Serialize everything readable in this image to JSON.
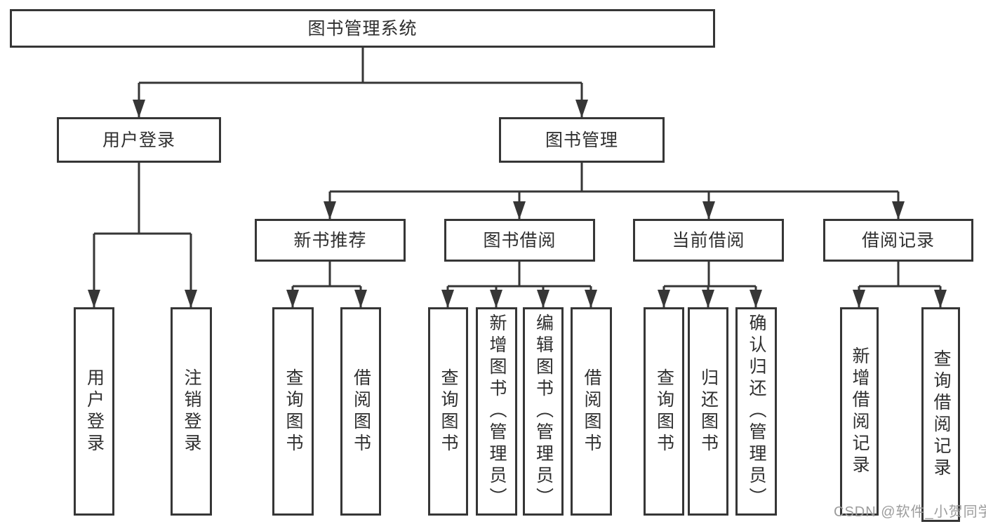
{
  "page": {
    "background": "#ffffff",
    "line_color": "#363636",
    "text_color": "#2f2f2f",
    "watermark": {
      "text": "CSDN @软件_小贺同学",
      "color": "#9c9c9c"
    }
  },
  "tree": {
    "label": "图书管理系统",
    "children": [
      {
        "label": "用户登录",
        "children": [
          {
            "label": "用户登录"
          },
          {
            "label": "注销登录"
          }
        ]
      },
      {
        "label": "图书管理",
        "children": [
          {
            "label": "新书推荐",
            "children": [
              {
                "label": "查询图书"
              },
              {
                "label": "借阅图书"
              }
            ]
          },
          {
            "label": "图书借阅",
            "children": [
              {
                "label": "查询图书"
              },
              {
                "label": "新增图书（管理员）"
              },
              {
                "label": "编辑图书（管理员）"
              },
              {
                "label": "借阅图书"
              }
            ]
          },
          {
            "label": "当前借阅",
            "children": [
              {
                "label": "查询图书"
              },
              {
                "label": "归还图书"
              },
              {
                "label": "确认归还（管理员）"
              }
            ]
          },
          {
            "label": "借阅记录",
            "children": [
              {
                "label": "新增借阅记录"
              },
              {
                "label": "查询借阅记录"
              }
            ]
          }
        ]
      }
    ]
  }
}
